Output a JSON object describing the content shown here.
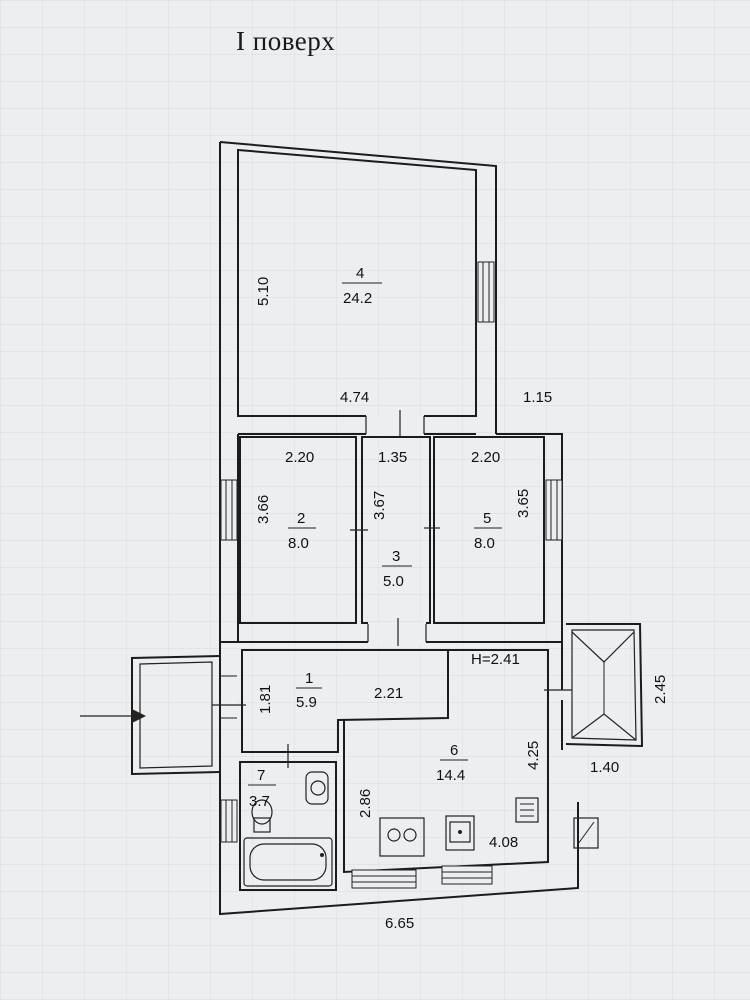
{
  "title": "I поверх",
  "entry_arrow_icon": "arrow-right-icon",
  "rooms": [
    {
      "number": "1",
      "area": "5.9"
    },
    {
      "number": "2",
      "area": "8.0"
    },
    {
      "number": "3",
      "area": "5.0"
    },
    {
      "number": "4",
      "area": "24.2"
    },
    {
      "number": "5",
      "area": "8.0"
    },
    {
      "number": "6",
      "area": "14.4"
    },
    {
      "number": "7",
      "area": "3.7"
    }
  ],
  "dimensions": {
    "room4_height": "5.10",
    "room4_width": "4.74",
    "porch_offset": "1.15",
    "room2_width": "2.20",
    "room3_width": "1.35",
    "room5_width": "2.20",
    "room2_height": "3.66",
    "room3_height": "3.67",
    "room5_height": "3.65",
    "ceiling_height": "H=2.41",
    "room1_height": "1.81",
    "room1_width": "2.21",
    "terrace_height": "2.45",
    "room6_height_right": "4.25",
    "terrace_width": "1.40",
    "room6_height_left": "2.86",
    "room6_width": "4.08",
    "total_width": "6.65"
  }
}
